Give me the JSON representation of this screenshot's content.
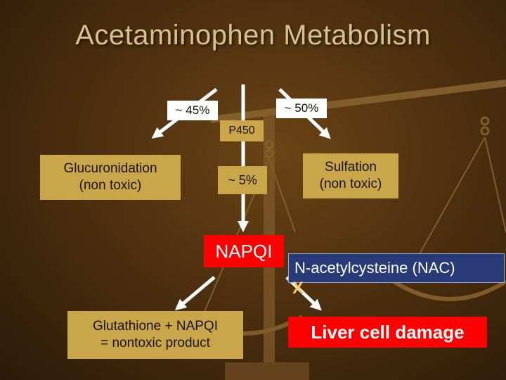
{
  "title": "Acetaminophen Metabolism",
  "pathways": {
    "pct_left": "~ 45%",
    "pct_right": "~ 50%",
    "enzyme": "P450",
    "pct_center": "~ 5%",
    "glucuronidation": [
      "Glucuronidation",
      "(non toxic)"
    ],
    "sulfation": [
      "Sulfation",
      "(non toxic)"
    ],
    "napqi": "NAPQI",
    "nac": "N-acetylcysteine (NAC)",
    "block_mark": "X",
    "glutathione": [
      "Glutathione + NAPQI",
      "= nontoxic product"
    ],
    "damage": "Liver cell damage"
  },
  "colors": {
    "tan_box": "#c9a64a",
    "red_box": "#ff0000",
    "nac_box": "#283a78",
    "arrow": "#ffffff",
    "title": "#d9c08a"
  }
}
